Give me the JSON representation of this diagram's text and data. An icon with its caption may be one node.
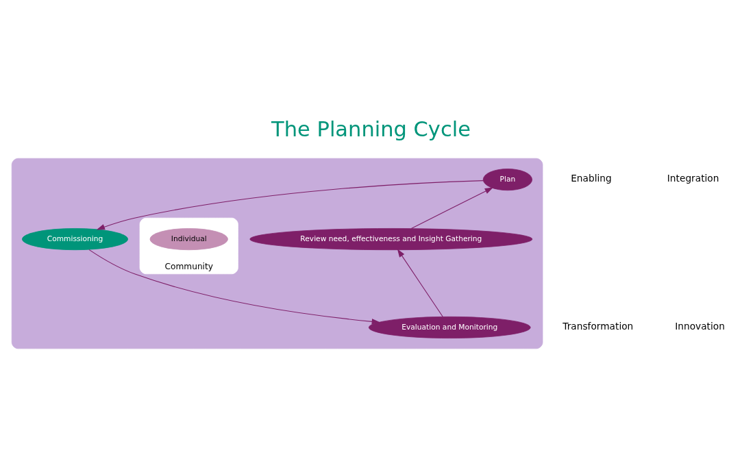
{
  "diagram": {
    "title": "The Planning Cycle",
    "nodes": [
      {
        "text": [],
        "shape": "ellipse"
      },
      {
        "text": [
          "Plan"
        ],
        "in": 0
      },
      {
        "text": [
          "Commissioning"
        ],
        "in": 0
      },
      {
        "text": [
          "Evaluation and Monitoring"
        ],
        "in": 0
      },
      {
        "text": [
          "Review need, effectiveness and Insight Gathering"
        ],
        "in": 0
      },
      {
        "text": [
          "Community"
        ],
        "in": 0
      },
      {
        "text": [
          "Individual"
        ],
        "in": 5
      }
    ],
    "edges": [
      {
        "from": 1,
        "to": 2,
        "arrow": "to"
      },
      {
        "from": 2,
        "to": 3,
        "arrow": "to"
      },
      {
        "from": 3,
        "to": 4,
        "arrow": "to"
      },
      {
        "from": 4,
        "to": 1,
        "arrow": "to"
      }
    ],
    "labels": [
      "Enabling",
      "Integration",
      "Transformation",
      "Innovation"
    ]
  }
}
